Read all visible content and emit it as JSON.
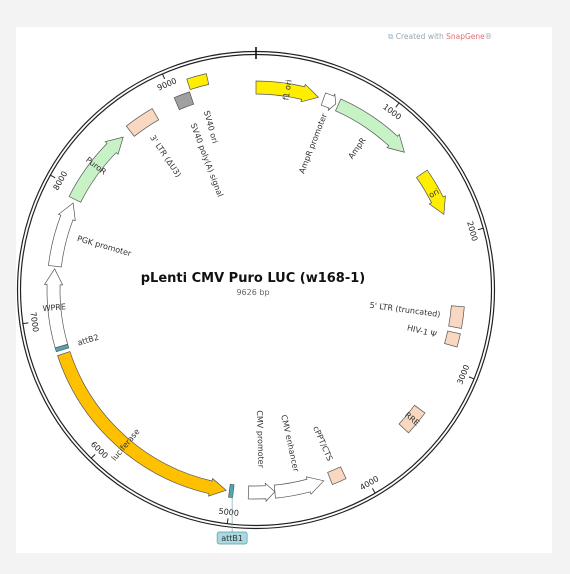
{
  "credit": {
    "prefix": "Created with ",
    "brand": "SnapGene",
    "mark": "®"
  },
  "plasmid": {
    "name": "pLenti CMV Puro LUC (w168-1)",
    "size_label": "9626 bp",
    "length": 9626
  },
  "ticks": [
    {
      "bp": 1000,
      "label": "1000"
    },
    {
      "bp": 2000,
      "label": "2000"
    },
    {
      "bp": 3000,
      "label": "3000"
    },
    {
      "bp": 4000,
      "label": "4000"
    },
    {
      "bp": 5000,
      "label": "5000"
    },
    {
      "bp": 6000,
      "label": "6000"
    },
    {
      "bp": 7000,
      "label": "7000"
    },
    {
      "bp": 8000,
      "label": "8000"
    },
    {
      "bp": 9000,
      "label": "9000"
    }
  ],
  "features": [
    {
      "id": "f1-ori",
      "label": "f1 ori",
      "type": "arrow",
      "start": 0,
      "end": 480,
      "dir": 1,
      "color": "#ffee00",
      "track": "inner",
      "label_inside": true
    },
    {
      "id": "ampr-promoter",
      "label": "AmpR promoter",
      "type": "arrow",
      "start": 520,
      "end": 620,
      "dir": 1,
      "color": "#ffffff",
      "track": "inner",
      "label_inside": false
    },
    {
      "id": "ampr",
      "label": "AmpR",
      "type": "arrow",
      "start": 640,
      "end": 1260,
      "dir": 1,
      "color": "#c6f2c6",
      "track": "inner",
      "label_inside": false
    },
    {
      "id": "ori",
      "label": "ori",
      "type": "arrow",
      "start": 1470,
      "end": 1820,
      "dir": 1,
      "color": "#ffee00",
      "track": "inner",
      "label_inside": true
    },
    {
      "id": "five-ltr",
      "label": "5' LTR (truncated)",
      "type": "box",
      "start": 2530,
      "end": 2690,
      "color": "#f8d8c0",
      "track": "inner",
      "label_inside": false
    },
    {
      "id": "hiv-psi",
      "label": "HIV-1 Ψ",
      "type": "box",
      "start": 2730,
      "end": 2830,
      "color": "#f8d8c0",
      "track": "inner",
      "label_inside": false
    },
    {
      "id": "rre",
      "label": "RRE",
      "type": "box",
      "start": 3370,
      "end": 3560,
      "color": "#f8d8c0",
      "track": "inner",
      "label_inside": true
    },
    {
      "id": "cppt-cts",
      "label": "cPPT/CTS",
      "type": "box",
      "start": 4130,
      "end": 4240,
      "color": "#f8d8c0",
      "track": "inner",
      "label_inside": false
    },
    {
      "id": "cmv-enhancer",
      "label": "CMV enhancer",
      "type": "arrow",
      "start": 4290,
      "end": 4670,
      "dir": 0,
      "color": "#ffffff",
      "track": "inner",
      "label_inside": false
    },
    {
      "id": "cmv-promoter",
      "label": "CMV promoter",
      "type": "arrow",
      "start": 4670,
      "end": 4870,
      "dir": 0,
      "color": "#ffffff",
      "track": "inner",
      "label_inside": false
    },
    {
      "id": "attb1",
      "label": "attB1",
      "type": "box",
      "start": 4985,
      "end": 5015,
      "color": "#4da6b8",
      "track": "inner",
      "label_inside": false
    },
    {
      "id": "luciferase",
      "label": "luciferase",
      "type": "arrow",
      "start": 5040,
      "end": 6730,
      "dir": 0,
      "color": "#ffc000",
      "track": "inner",
      "label_inside": true
    },
    {
      "id": "attb2",
      "label": "attB2",
      "type": "box",
      "start": 6760,
      "end": 6790,
      "color": "#4da6b8",
      "track": "inner",
      "label_inside": false
    },
    {
      "id": "wpre",
      "label": "WPRE",
      "type": "arrow",
      "start": 6790,
      "end": 7380,
      "dir": 1,
      "color": "#ffffff",
      "track": "inner",
      "label_inside": true
    },
    {
      "id": "pgk-promoter",
      "label": "PGK promoter",
      "type": "arrow",
      "start": 7400,
      "end": 7900,
      "dir": 1,
      "color": "#ffffff",
      "track": "inner",
      "label_inside": false
    },
    {
      "id": "puror",
      "label": "PuroR",
      "type": "arrow",
      "start": 7930,
      "end": 8530,
      "dir": 1,
      "color": "#c6f2c6",
      "track": "inner",
      "label_inside": true
    },
    {
      "id": "three-ltr",
      "label": "3' LTR (ΔU3)",
      "type": "box",
      "start": 8600,
      "end": 8830,
      "color": "#f8d8c0",
      "track": "inner",
      "label_inside": false
    },
    {
      "id": "sv40-polya",
      "label": "SV40 poly(A) signal",
      "type": "box",
      "start": 9010,
      "end": 9130,
      "color": "#a0a0a0",
      "track": "inner",
      "label_inside": false
    },
    {
      "id": "sv40-ori",
      "label": "SV40 ori",
      "type": "box",
      "start": 9140,
      "end": 9280,
      "color": "#ffee00",
      "track": "outer",
      "label_inside": false
    }
  ]
}
